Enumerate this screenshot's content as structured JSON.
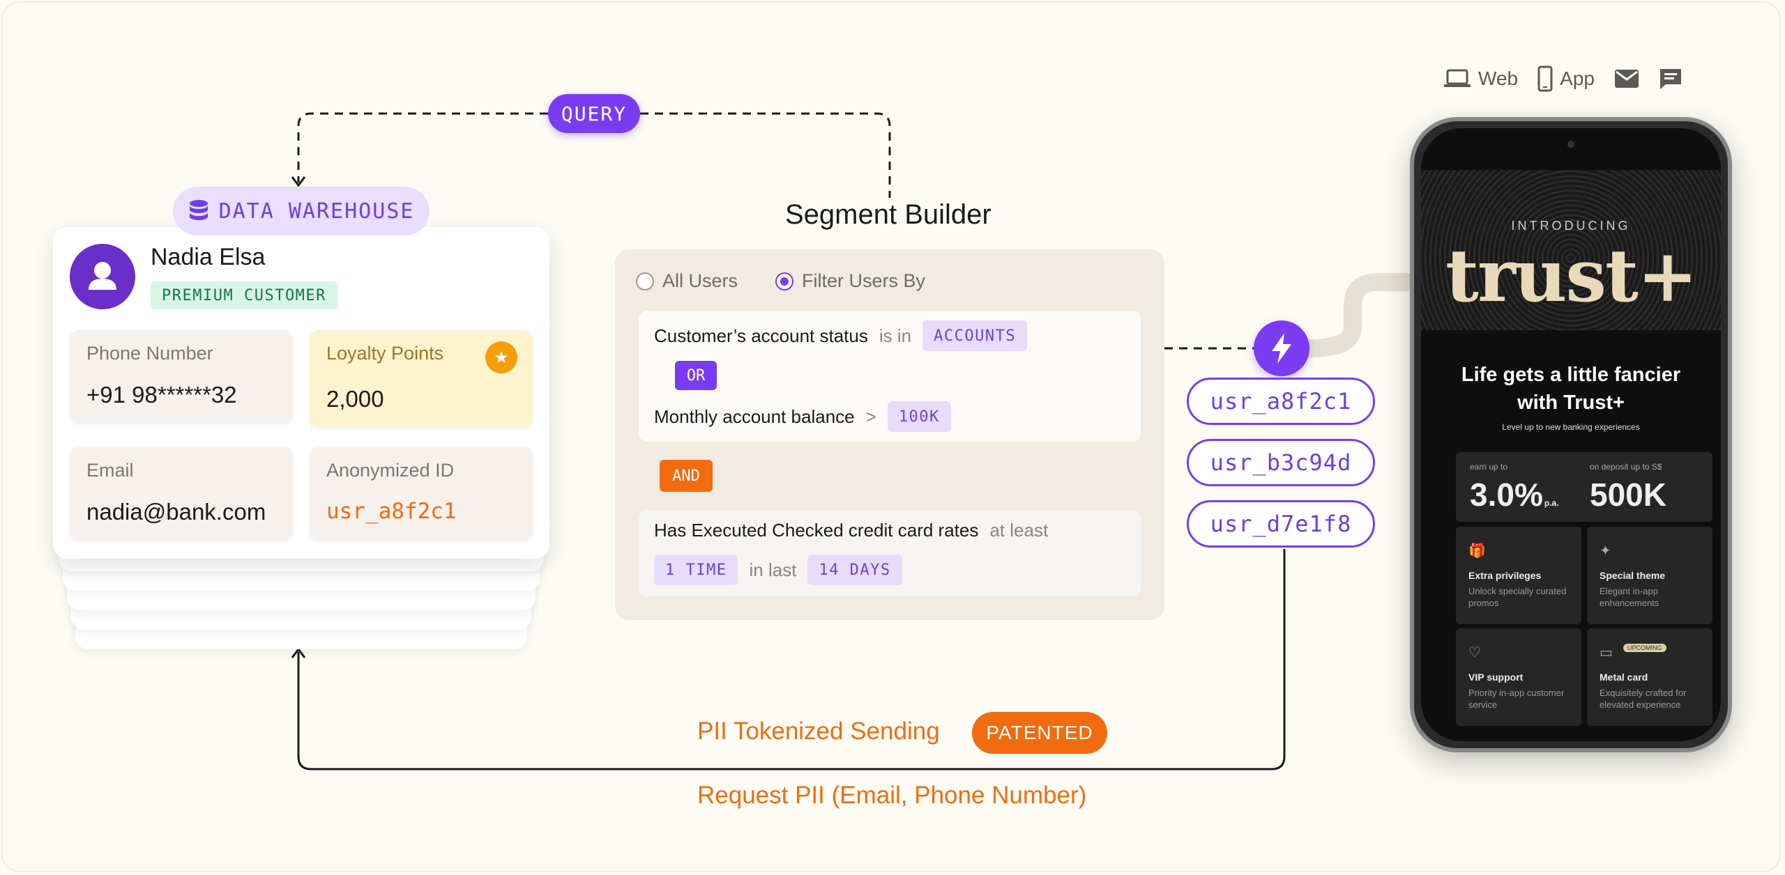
{
  "query_label": "QUERY",
  "data_warehouse_label": "DATA WAREHOUSE",
  "profile": {
    "name": "Nadia Elsa",
    "badge": "PREMIUM CUSTOMER",
    "phone_label": "Phone Number",
    "phone_value": "+91 98******32",
    "loyalty_label": "Loyalty Points",
    "loyalty_value": "2,000",
    "email_label": "Email",
    "email_value": "nadia@bank.com",
    "anon_label": "Anonymized ID",
    "anon_value": "usr_a8f2c1"
  },
  "segment_builder": {
    "title": "Segment Builder",
    "option_all": "All Users",
    "option_filter": "Filter Users By",
    "selected_option": "Filter Users By",
    "rule1_field": "Customer’s account status",
    "rule1_op": "is in",
    "rule1_value": "ACCOUNTS",
    "or_label": "OR",
    "rule2_field": "Monthly account balance",
    "rule2_op": ">",
    "rule2_value": "100K",
    "and_label": "AND",
    "rule3_field": "Has Executed Checked credit card rates",
    "rule3_op": "at least",
    "rule3_count": "1 TIME",
    "rule3_window_label": "in last",
    "rule3_window": "14 DAYS"
  },
  "user_ids": [
    "usr_a8f2c1",
    "usr_b3c94d",
    "usr_d7e1f8"
  ],
  "pii_label": "PII Tokenized Sending",
  "patented_label": "PATENTED",
  "request_label": "Request PII (Email, Phone Number)",
  "channels": {
    "web": "Web",
    "app": "App"
  },
  "phone_screen": {
    "introducing": "INTRODUCING",
    "brand": "trust+",
    "headline_1": "Life gets a little fancier",
    "headline_2": "with Trust+",
    "subline": "Level up to new banking experiences",
    "rate_label": "earn up to",
    "rate_value": "3.0%",
    "rate_unit": "p.a.",
    "deposit_label": "on deposit up to S$",
    "deposit_value": "500K",
    "tile1_title": "Extra privileges",
    "tile1_desc": "Unlock specially curated promos",
    "tile2_title": "Special theme",
    "tile2_desc": "Elegant in-app enhancements",
    "tile3_title": "VIP support",
    "tile3_desc": "Priority in-app customer service",
    "tile4_title": "Metal card",
    "tile4_desc": "Exquisitely crafted for elevated experience",
    "tile4_badge": "UPCOMING"
  },
  "colors": {
    "purple": "#7a3cf0",
    "orange": "#f26b0f",
    "background": "#fdfcf4"
  }
}
